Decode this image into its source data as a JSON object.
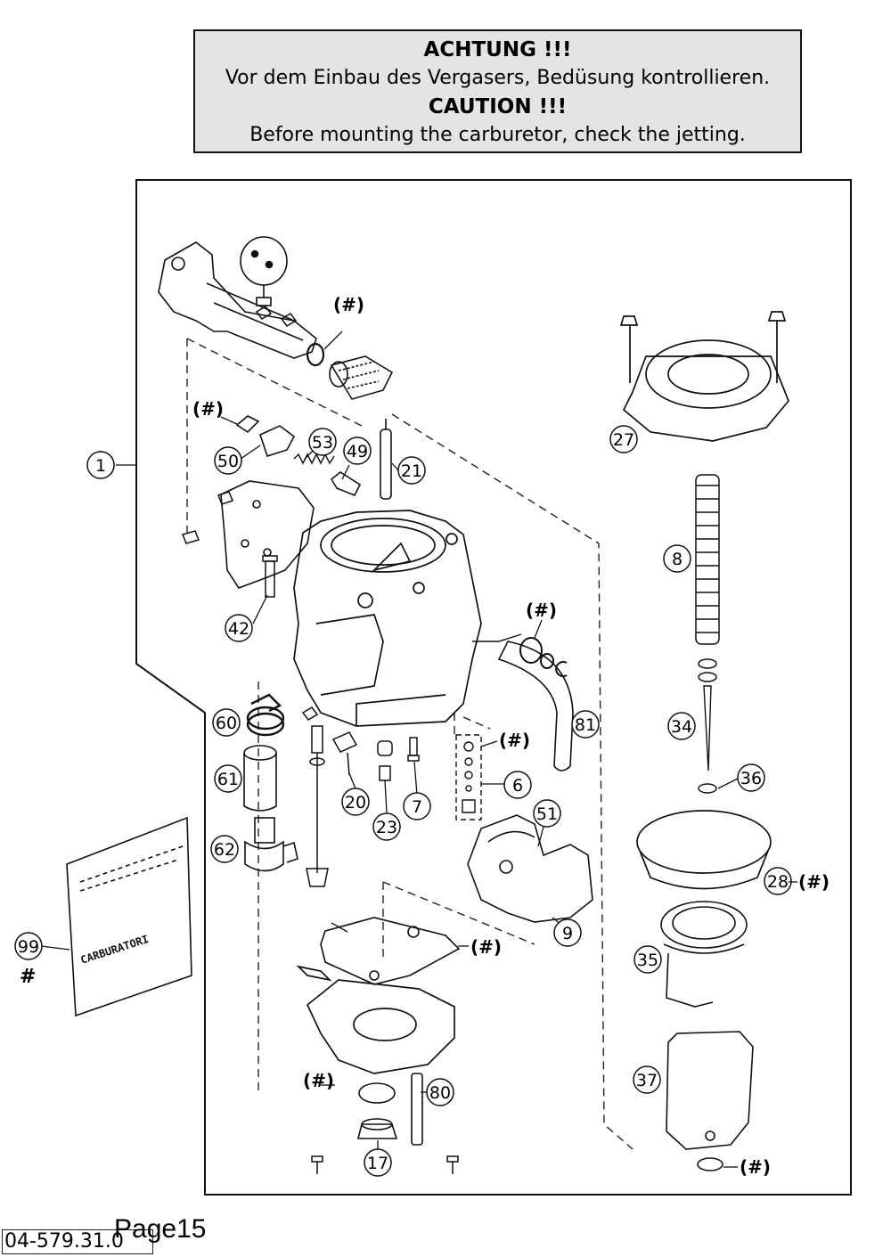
{
  "warning": {
    "title_de": "ACHTUNG !!!",
    "text_de": "Vor dem Einbau des Vergasers, Bedüsung kontrollieren.",
    "title_en": "CAUTION !!!",
    "text_en": "Before mounting the carburetor, check the jetting."
  },
  "callouts": {
    "c1": "1",
    "c27": "27",
    "c50": "50",
    "c53": "53",
    "c49": "49",
    "c21": "21",
    "c8": "8",
    "c42": "42",
    "c60": "60",
    "c81": "81",
    "c34": "34",
    "c6": "6",
    "c61": "61",
    "c20": "20",
    "c7": "7",
    "c23": "23",
    "c36": "36",
    "c51": "51",
    "c62": "62",
    "c28": "28",
    "c9": "9",
    "c99": "99",
    "c35": "35",
    "c37": "37",
    "c80": "80",
    "c17": "17"
  },
  "hash_label": "(#)",
  "hash_note": "#",
  "bag_text": "CARBURATORI",
  "footer": {
    "code": "04-579.31.0",
    "page": "Page15"
  }
}
